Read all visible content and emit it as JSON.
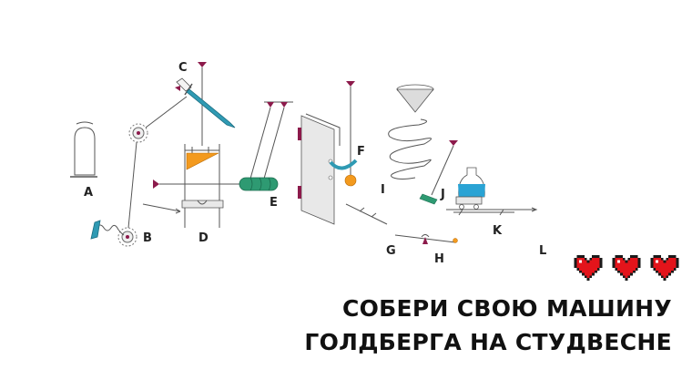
{
  "labels": {
    "A": "A",
    "B": "B",
    "C": "C",
    "D": "D",
    "E": "E",
    "F": "F",
    "G": "G",
    "H": "H",
    "I": "I",
    "J": "J",
    "K": "K",
    "L": "L"
  },
  "hearts": {
    "count": 3,
    "color": "#e3141b",
    "outline": "#1a1a1a"
  },
  "title": {
    "line1": "СОБЕРИ СВОЮ МАШИНУ",
    "line2": "ГОЛДБЕРГА НА СТУДВЕСНЕ"
  },
  "colors": {
    "accent_magenta": "#8c1a4b",
    "teal": "#2f9ab3",
    "green": "#2e9a72",
    "orange": "#f39a1e",
    "blue_liquid": "#2aa3d4",
    "light_gray": "#e8e8e8"
  }
}
